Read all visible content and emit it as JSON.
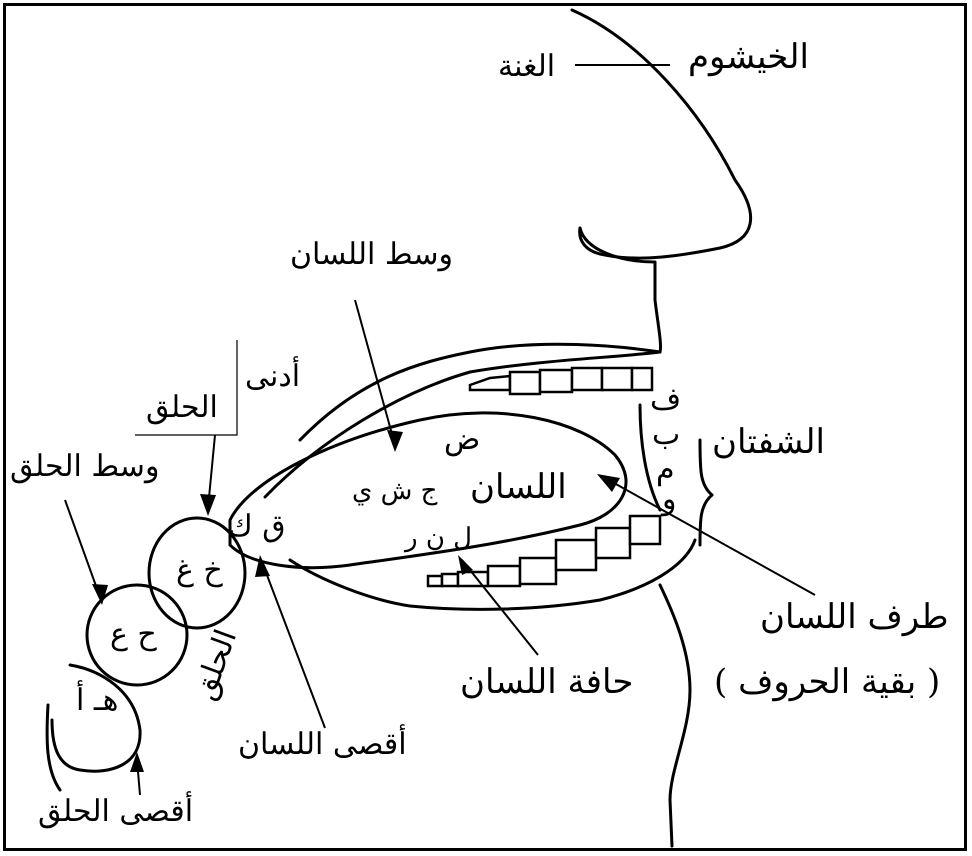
{
  "labels": {
    "khayshum": "الخيشوم",
    "ghunna": "الغنة",
    "wasat_lisan": "وسط اللسان",
    "adna_halq": "أدنى الحلق",
    "adna_halq_a": "أدنى",
    "adna_halq_b": "الحلق",
    "wasat_halq": "وسط الحلق",
    "shafatan": "الشفتان",
    "lisan": "اللسان",
    "taraf_lisan": "طرف اللسان",
    "baqiyat_huruf": "( بقية الحروف )",
    "hafat_lisan": "حافة اللسان",
    "aqsa_lisan": "أقصى اللسان",
    "aqsa_halq": "أقصى الحلق",
    "halq_curved": "الحلق"
  },
  "letters": {
    "dad": "ض",
    "jim_shin_ya": "ج ش ي",
    "qaf_kaf": "ق ك",
    "lam_nun_ra": "ل ن ر",
    "kha_ghayn": "خ غ",
    "ha_ayn": "ح ع",
    "ha_hamza": "هـ أ",
    "lip_letters": [
      "ف",
      "ب",
      "م",
      "و"
    ]
  }
}
